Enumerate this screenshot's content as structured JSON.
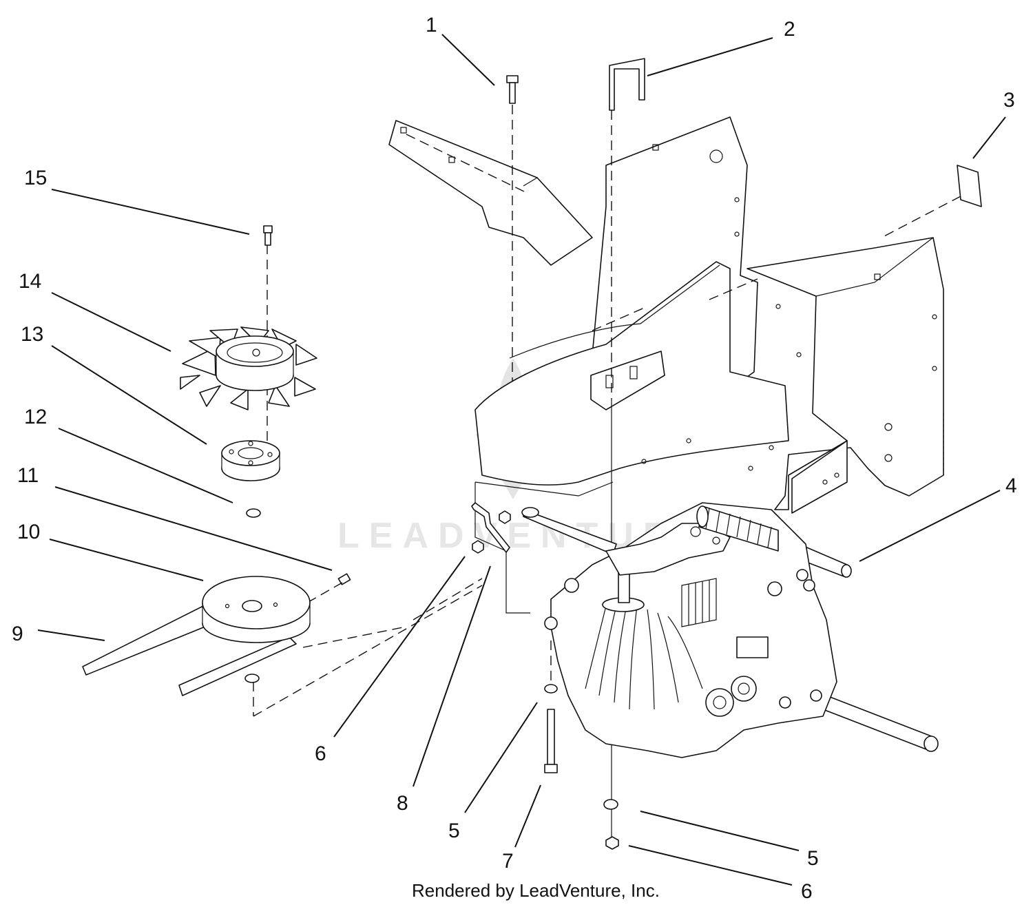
{
  "callouts": [
    {
      "id": "c1",
      "label": "1"
    },
    {
      "id": "c2",
      "label": "2"
    },
    {
      "id": "c3",
      "label": "3"
    },
    {
      "id": "c4",
      "label": "4"
    },
    {
      "id": "c5a",
      "label": "5"
    },
    {
      "id": "c5b",
      "label": "5"
    },
    {
      "id": "c6a",
      "label": "6"
    },
    {
      "id": "c6b",
      "label": "6"
    },
    {
      "id": "c7",
      "label": "7"
    },
    {
      "id": "c8",
      "label": "8"
    },
    {
      "id": "c9",
      "label": "9"
    },
    {
      "id": "c10",
      "label": "10"
    },
    {
      "id": "c11",
      "label": "11"
    },
    {
      "id": "c12",
      "label": "12"
    },
    {
      "id": "c13",
      "label": "13"
    },
    {
      "id": "c14",
      "label": "14"
    },
    {
      "id": "c15",
      "label": "15"
    }
  ],
  "watermark": {
    "text": "LEADVENTURE"
  },
  "footer": {
    "text": "Rendered by LeadVenture, Inc."
  }
}
